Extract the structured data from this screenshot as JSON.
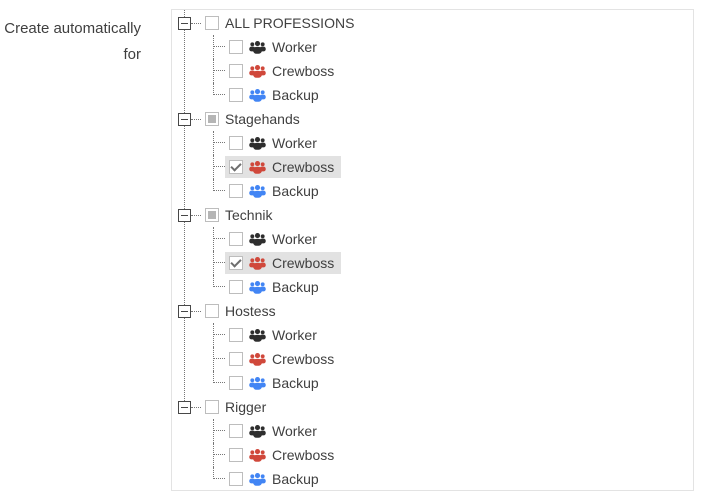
{
  "form": {
    "label": "Create automatically for"
  },
  "colors": {
    "worker_icon": "#2e2e2e",
    "crewboss_icon": "#d0483b",
    "backup_icon": "#4285f4",
    "selected_row_bg": "#e2e2e2",
    "panel_border": "#e3e3e3",
    "tree_line": "#767676"
  },
  "tree": {
    "groups": [
      {
        "label": "ALL PROFESSIONS",
        "checkbox_state": "unchecked",
        "expander_state": "expanded",
        "children": [
          {
            "label": "Worker",
            "icon": "users-icon",
            "icon_color": "#2e2e2e",
            "checkbox_state": "unchecked",
            "selected": false
          },
          {
            "label": "Crewboss",
            "icon": "users-icon",
            "icon_color": "#d0483b",
            "checkbox_state": "unchecked",
            "selected": false
          },
          {
            "label": "Backup",
            "icon": "users-icon",
            "icon_color": "#4285f4",
            "checkbox_state": "unchecked",
            "selected": false
          }
        ]
      },
      {
        "label": "Stagehands",
        "checkbox_state": "indeterminate",
        "expander_state": "expanded",
        "children": [
          {
            "label": "Worker",
            "icon": "users-icon",
            "icon_color": "#2e2e2e",
            "checkbox_state": "unchecked",
            "selected": false
          },
          {
            "label": "Crewboss",
            "icon": "users-icon",
            "icon_color": "#d0483b",
            "checkbox_state": "checked",
            "selected": true
          },
          {
            "label": "Backup",
            "icon": "users-icon",
            "icon_color": "#4285f4",
            "checkbox_state": "unchecked",
            "selected": false
          }
        ]
      },
      {
        "label": "Technik",
        "checkbox_state": "indeterminate",
        "expander_state": "expanded",
        "children": [
          {
            "label": "Worker",
            "icon": "users-icon",
            "icon_color": "#2e2e2e",
            "checkbox_state": "unchecked",
            "selected": false
          },
          {
            "label": "Crewboss",
            "icon": "users-icon",
            "icon_color": "#d0483b",
            "checkbox_state": "checked",
            "selected": true
          },
          {
            "label": "Backup",
            "icon": "users-icon",
            "icon_color": "#4285f4",
            "checkbox_state": "unchecked",
            "selected": false
          }
        ]
      },
      {
        "label": "Hostess",
        "checkbox_state": "unchecked",
        "expander_state": "expanded",
        "children": [
          {
            "label": "Worker",
            "icon": "users-icon",
            "icon_color": "#2e2e2e",
            "checkbox_state": "unchecked",
            "selected": false
          },
          {
            "label": "Crewboss",
            "icon": "users-icon",
            "icon_color": "#d0483b",
            "checkbox_state": "unchecked",
            "selected": false
          },
          {
            "label": "Backup",
            "icon": "users-icon",
            "icon_color": "#4285f4",
            "checkbox_state": "unchecked",
            "selected": false
          }
        ]
      },
      {
        "label": "Rigger",
        "checkbox_state": "unchecked",
        "expander_state": "expanded",
        "children": [
          {
            "label": "Worker",
            "icon": "users-icon",
            "icon_color": "#2e2e2e",
            "checkbox_state": "unchecked",
            "selected": false
          },
          {
            "label": "Crewboss",
            "icon": "users-icon",
            "icon_color": "#d0483b",
            "checkbox_state": "unchecked",
            "selected": false
          },
          {
            "label": "Backup",
            "icon": "users-icon",
            "icon_color": "#4285f4",
            "checkbox_state": "unchecked",
            "selected": false
          }
        ]
      }
    ]
  }
}
